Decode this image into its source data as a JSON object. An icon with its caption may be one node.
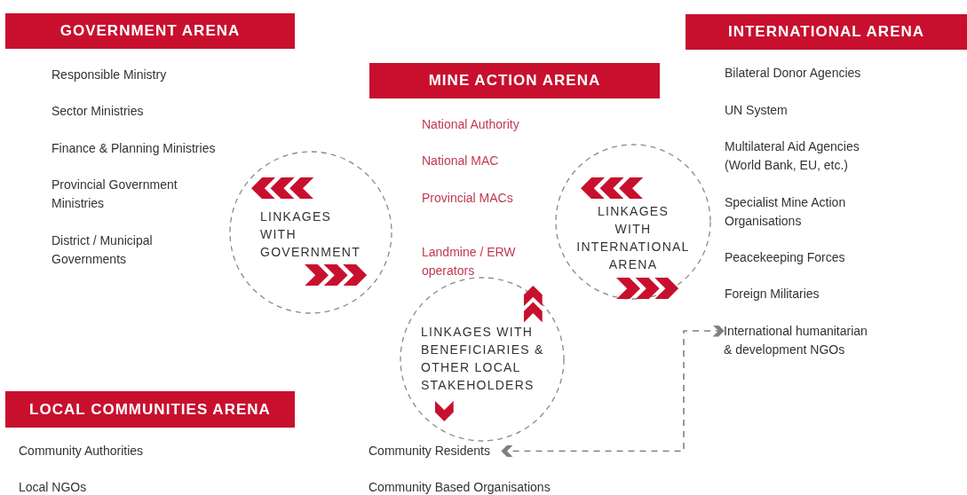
{
  "diagram": {
    "nodes": [
      {
        "text": [
          "GOVERNMENT ARENA"
        ]
      },
      {
        "text": [
          "INTERNATIONAL ARENA"
        ]
      },
      {
        "text": [
          "MINE ACTION ARENA"
        ]
      },
      {
        "text": [
          "LINKAGES WITH GOVERNMENT"
        ]
      },
      {
        "text": [
          "LINKAGES WITH INTERNATIONAL ARENA"
        ]
      },
      {
        "text": [
          "International humanitarian & development NGOs"
        ]
      },
      {
        "text": [
          "LINKAGES WITH BENEFICIARIES & OTHER LOCAL STAKEHOLDERS"
        ]
      },
      {
        "text": [
          "LOCAL COMMUNITIES ARENA"
        ]
      },
      {
        "text": [
          "Community Residents"
        ]
      }
    ],
    "edges": [
      {
        "from": 5,
        "to": 8,
        "arrow": "both",
        "style": "dashed"
      }
    ],
    "labels": [
      "Responsible Ministry",
      "Sector Ministries",
      "Finance & Planning Ministries",
      "Provincial Government Ministries",
      "District / Municipal Governments",
      "National Authority",
      "National MAC",
      "Provincial MACs",
      "Landmine / ERW operators",
      "Bilateral Donor Agencies",
      "UN System",
      "Multilateral Aid Agencies (World Bank, EU, etc.)",
      "Specialist Mine Action Organisations",
      "Peacekeeping Forces",
      "Foreign Militaries",
      "Community Authorities",
      "Local NGOs",
      "Community Based Organisations"
    ]
  }
}
